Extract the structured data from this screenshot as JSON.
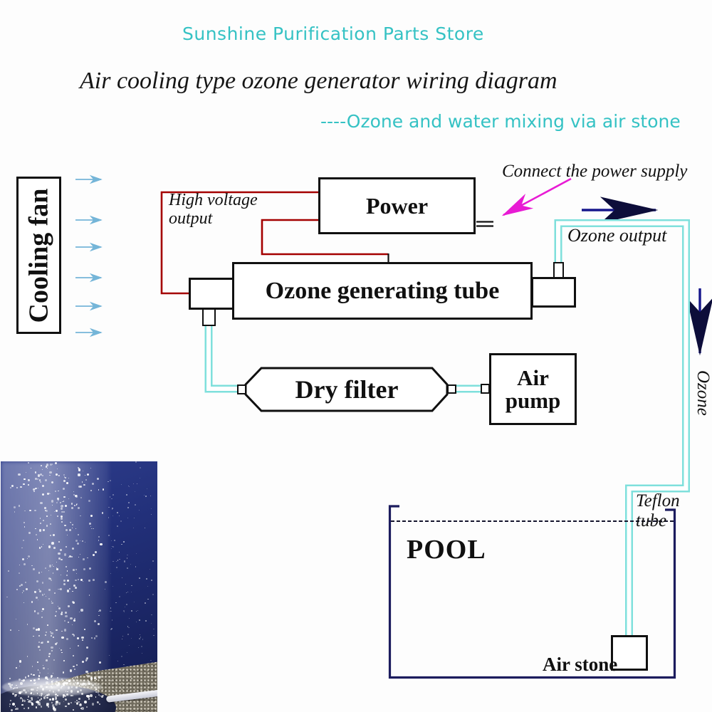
{
  "header": {
    "store_name": "Sunshine Purification Parts Store",
    "title": "Air cooling type ozone generator wiring diagram",
    "subtitle": "----Ozone and water mixing via air stone"
  },
  "components": {
    "cooling_fan": "Cooling fan",
    "power": "Power",
    "ozone_generating_tube": "Ozone generating tube",
    "dry_filter": "Dry filter",
    "air_pump": "Air\npump",
    "pool": "POOL",
    "air_stone": "Air stone"
  },
  "annotations": {
    "high_voltage_output": "High voltage\noutput",
    "connect_power_supply": "Connect the power supply",
    "ozone_output": "Ozone output",
    "ozone_flow": "Ozone",
    "teflon_tube": "Teflon tube"
  },
  "colors": {
    "teal_text": "#35c2c4",
    "tube_cyan": "#7fe0dc",
    "wire_red": "#a40000",
    "arrow_magenta": "#e81bd4",
    "arrow_navy": "#16168c",
    "fan_arrow_blue": "#74b5d8",
    "pool_wall_navy": "#1c1c5e",
    "outline_black": "#101010"
  }
}
